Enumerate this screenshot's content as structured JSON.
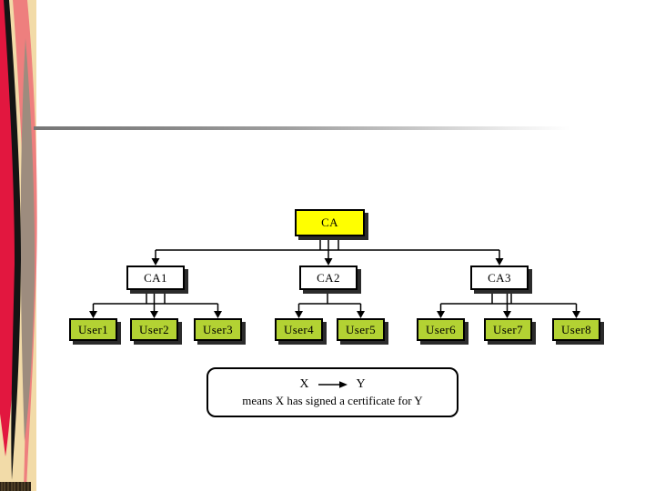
{
  "slide": {
    "kind": "presentation-slide",
    "background": "#ffffff",
    "divider_rule_color": "#808080"
  },
  "palette": {
    "root_box_fill": "#ffff00",
    "ca_box_fill": "#ffffff",
    "user_box_fill": "#b3d233",
    "box_border": "#000000",
    "box_shadow": "#2b2b2b",
    "connector_color": "#000000",
    "strip_cream": "#f2dba8",
    "strip_crimson": "#e2173f",
    "strip_salmon": "#ee7f7e",
    "strip_gray": "#9d8c7e",
    "strip_black": "#141414",
    "strip_wood_band": "#2c2114"
  },
  "diagram": {
    "root": {
      "label": "CA"
    },
    "cas": [
      {
        "label": "CA1",
        "parent": "CA"
      },
      {
        "label": "CA2",
        "parent": "CA"
      },
      {
        "label": "CA3",
        "parent": "CA"
      }
    ],
    "users": [
      {
        "label": "User1",
        "parent": "CA1"
      },
      {
        "label": "User2",
        "parent": "CA1"
      },
      {
        "label": "User3",
        "parent": "CA1"
      },
      {
        "label": "User4",
        "parent": "CA2"
      },
      {
        "label": "User5",
        "parent": "CA2"
      },
      {
        "label": "User6",
        "parent": "CA3"
      },
      {
        "label": "User7",
        "parent": "CA3"
      },
      {
        "label": "User8",
        "parent": "CA3"
      }
    ]
  },
  "legend": {
    "from_label": "X",
    "to_label": "Y",
    "arrow_icon": "right-arrow",
    "description": "means X has signed a certificate for Y"
  }
}
